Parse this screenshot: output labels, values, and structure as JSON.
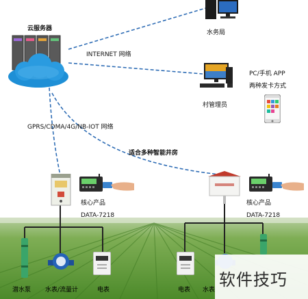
{
  "labels": {
    "cloud": "云服务器",
    "water_bureau": "水务局",
    "internet": "INTERNET 网络",
    "pc_app": "PC/手机 APP",
    "card_methods": "两种发卡方式",
    "village_admin": "村管理员",
    "gprs": "GPRS/CDMA/4G/NB-IOT 网络",
    "wells": "适合多种智能井房",
    "core_product_left": "核心产品",
    "model_left": "DATA-7218",
    "core_product_right": "核心产品",
    "model_right": "DATA-7218",
    "pump": "潜水泵",
    "flowmeter": "水表/流量计",
    "meter_left": "电表",
    "meter_right": "电表",
    "water_meter_right": "水表"
  },
  "watermark": "软件技巧",
  "colors": {
    "link": "#2f6db5",
    "wiring": "#222222",
    "sky": "#f4f8fb",
    "field_green": "#5f9a3a",
    "cloud": "#1e8fd6"
  },
  "icons": [
    "cloud-server-icon",
    "desktop-computer-icon",
    "smartphone-icon",
    "control-box-icon",
    "card-reader-icon",
    "hand-card-icon",
    "pump-icon",
    "flowmeter-icon",
    "electric-meter-icon"
  ]
}
